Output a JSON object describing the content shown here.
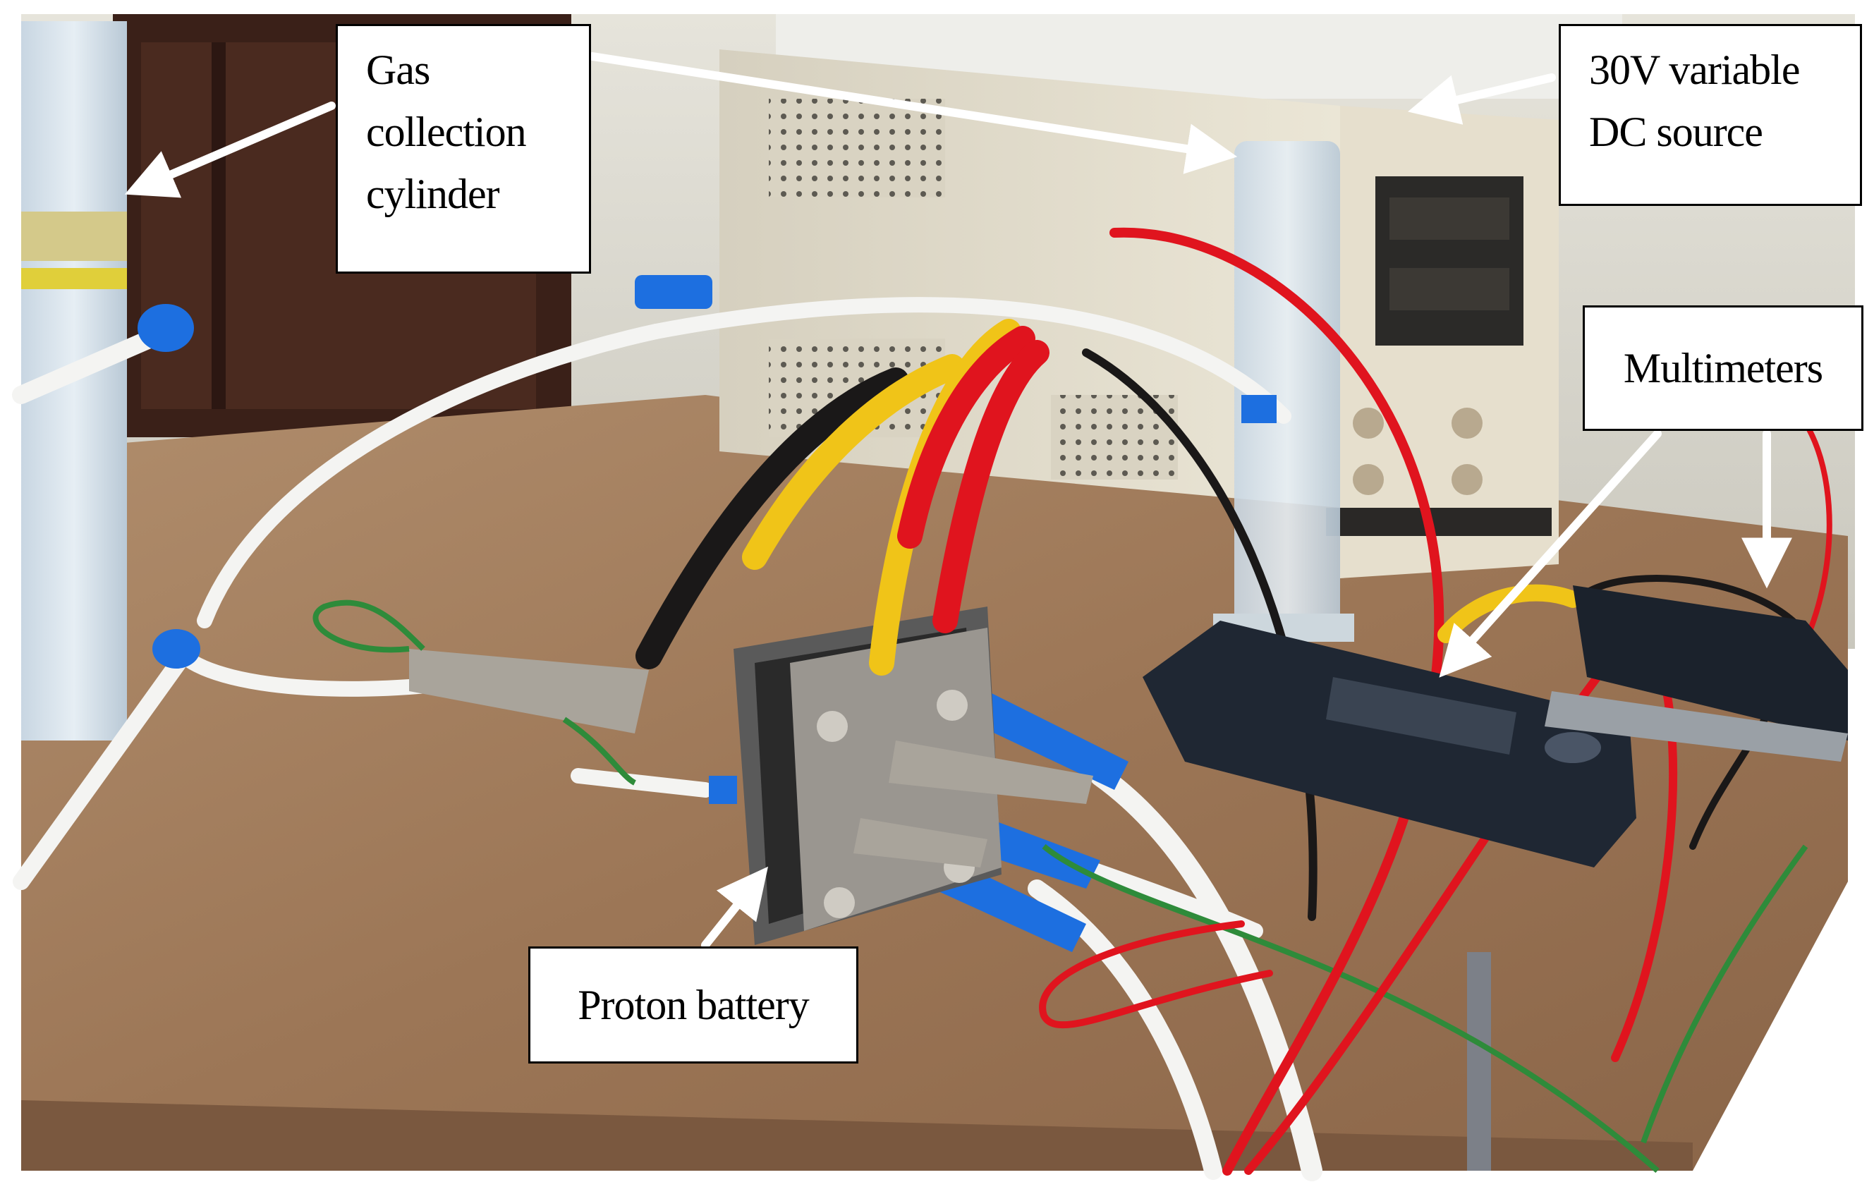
{
  "figure": {
    "labels": {
      "gas_collection_cylinder": "Gas\ncollection\ncylinder",
      "dc_source": "30V variable\nDC source",
      "multimeters": "Multimeters",
      "proton_battery": "Proton battery"
    },
    "colors": {
      "bench_wood": "#a07a5a",
      "wall": "#d8d6cc",
      "power_supply_body": "#e2dccb",
      "red_lead": "#e0141e",
      "black_lead": "#1a1818",
      "yellow_lead": "#f0c418",
      "blue_fitting": "#1d6fe0",
      "white_tube": "#f4f4f2",
      "green_wire": "#2e8b3a",
      "multimeter_body": "#1f2733"
    }
  }
}
